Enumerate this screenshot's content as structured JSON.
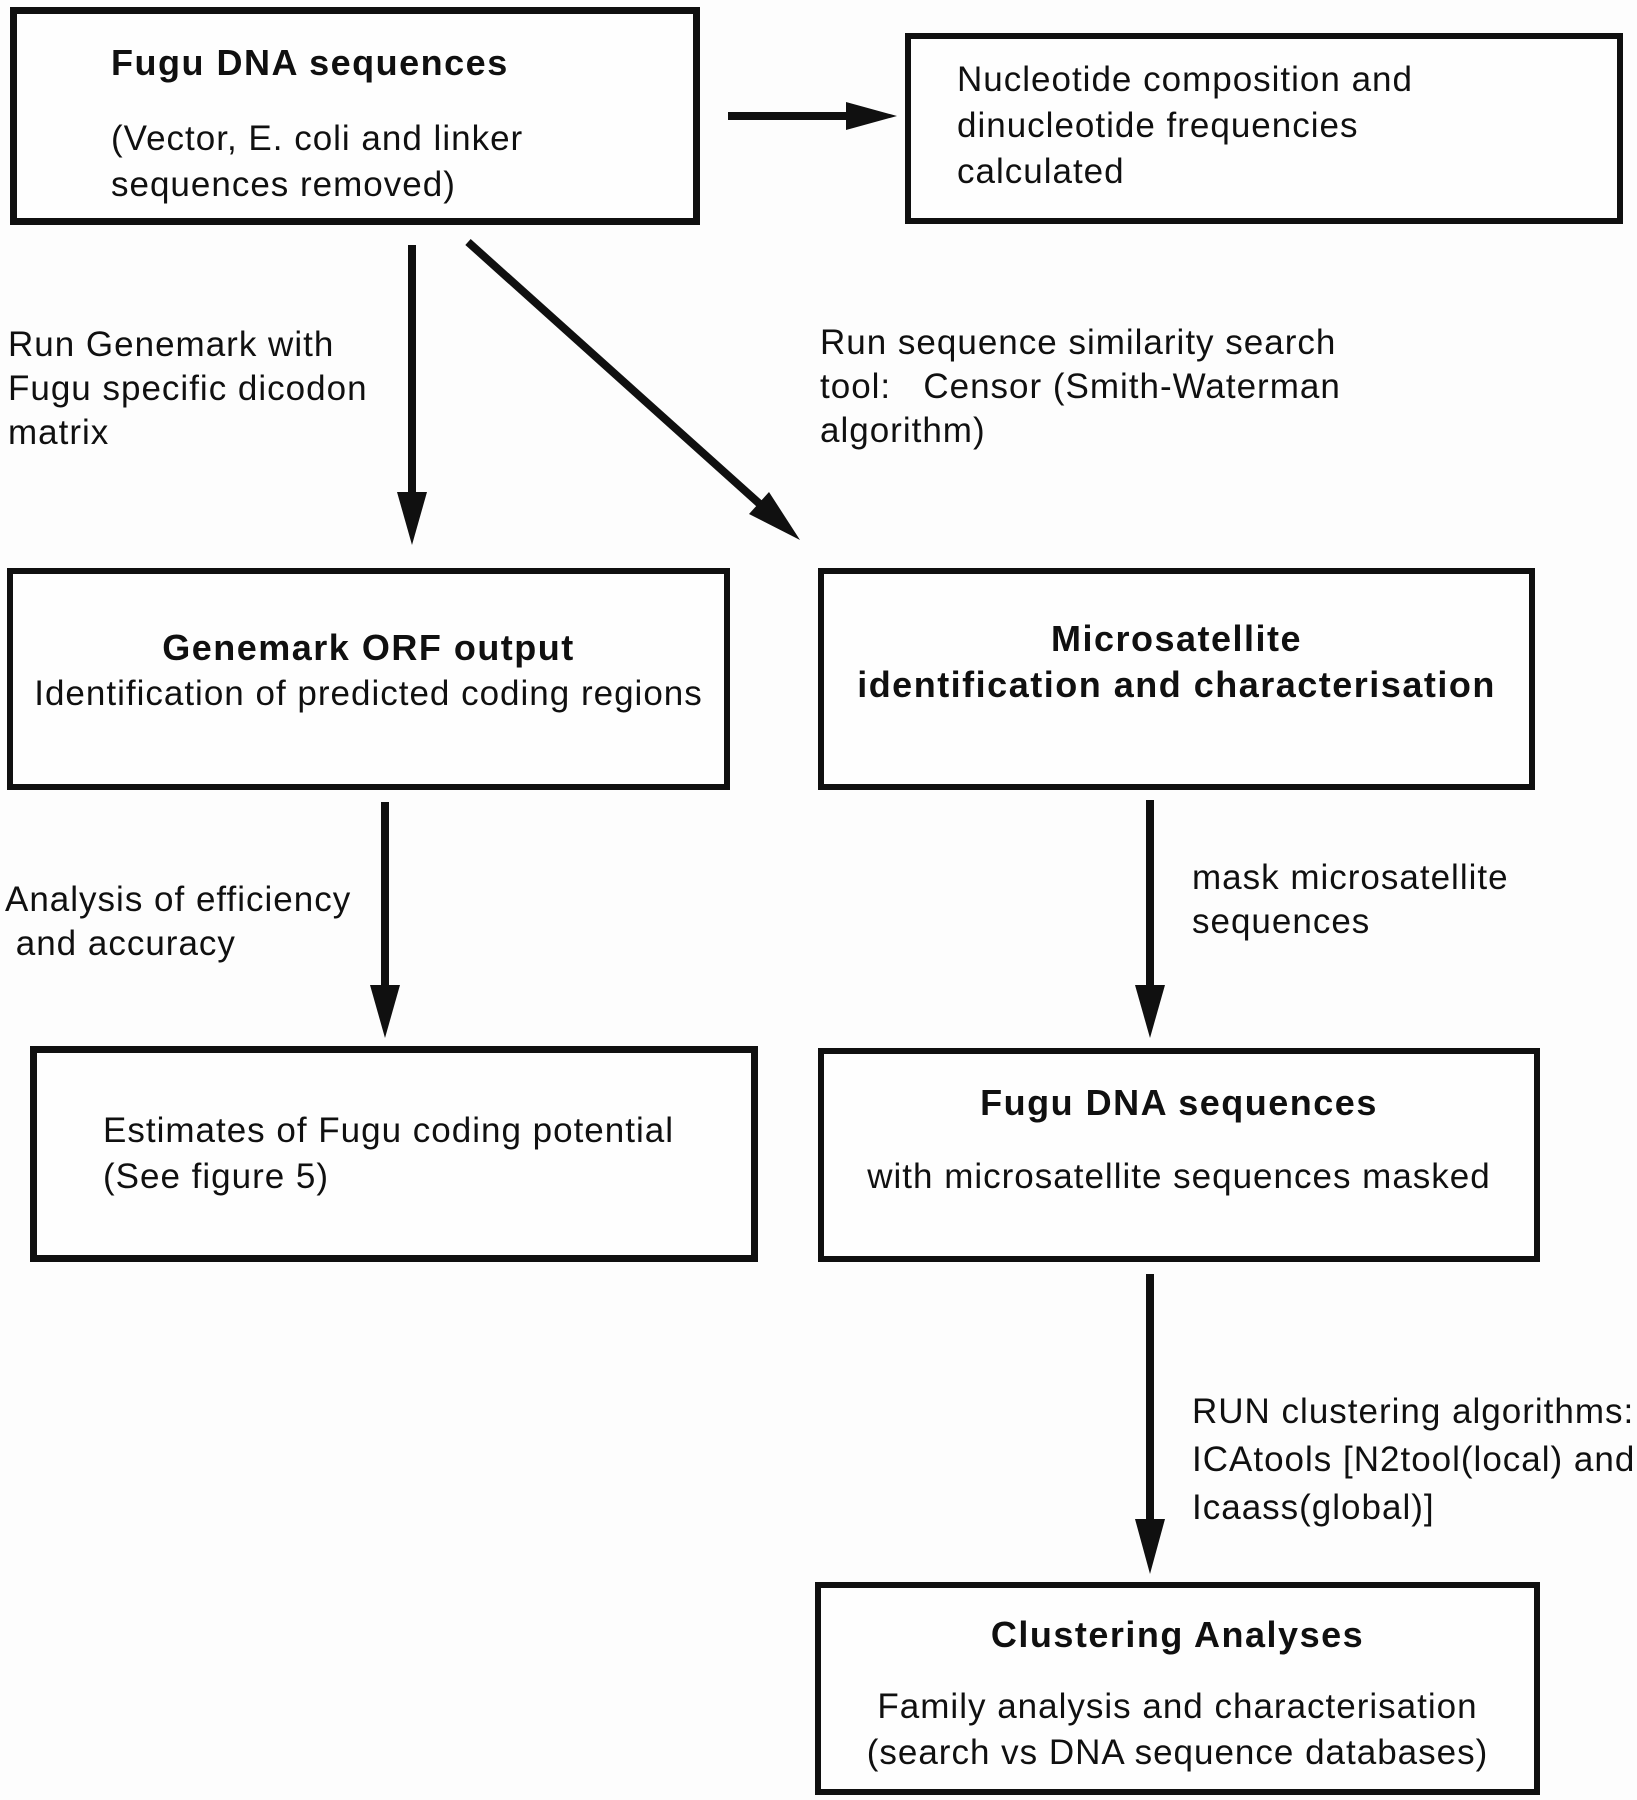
{
  "diagram": {
    "colors": {
      "ink": "#101010",
      "paper": "#fdfdfd"
    },
    "boxes": {
      "fugu_dna": {
        "title": "Fugu DNA sequences",
        "line1": "(Vector, E. coli and linker",
        "line2": "sequences removed)"
      },
      "nucleotide": {
        "line1": "Nucleotide composition and",
        "line2": "dinucleotide frequencies",
        "line3": "calculated"
      },
      "genemark": {
        "title": "Genemark ORF output",
        "subtitle": "Identification of predicted coding regions"
      },
      "microsatellite": {
        "line1": "Microsatellite",
        "line2": "identification and characterisation"
      },
      "estimates": {
        "line1": "Estimates of Fugu coding potential",
        "line2": "(See figure 5)"
      },
      "fugu_masked": {
        "title": "Fugu DNA sequences",
        "subtitle": "with microsatellite sequences masked"
      },
      "clustering": {
        "title": "Clustering Analyses",
        "line1": "Family analysis and characterisation",
        "line2": "(search vs DNA sequence databases)"
      }
    },
    "labels": {
      "run_genemark": {
        "line1": "Run Genemark with",
        "line2": "Fugu specific dicodon",
        "line3": "matrix"
      },
      "run_censor": {
        "line1": "Run sequence similarity search",
        "line2": "tool:   Censor (Smith-Waterman",
        "line3": "algorithm)"
      },
      "analysis": {
        "line1": "Analysis of efficiency",
        "line2": " and accuracy"
      },
      "mask": {
        "line1": "mask microsatellite",
        "line2": "sequences"
      },
      "run_clustering": {
        "line1": "RUN clustering algorithms:",
        "line2": "ICAtools [N2tool(local) and",
        "line3": "Icaass(global)]"
      }
    }
  }
}
